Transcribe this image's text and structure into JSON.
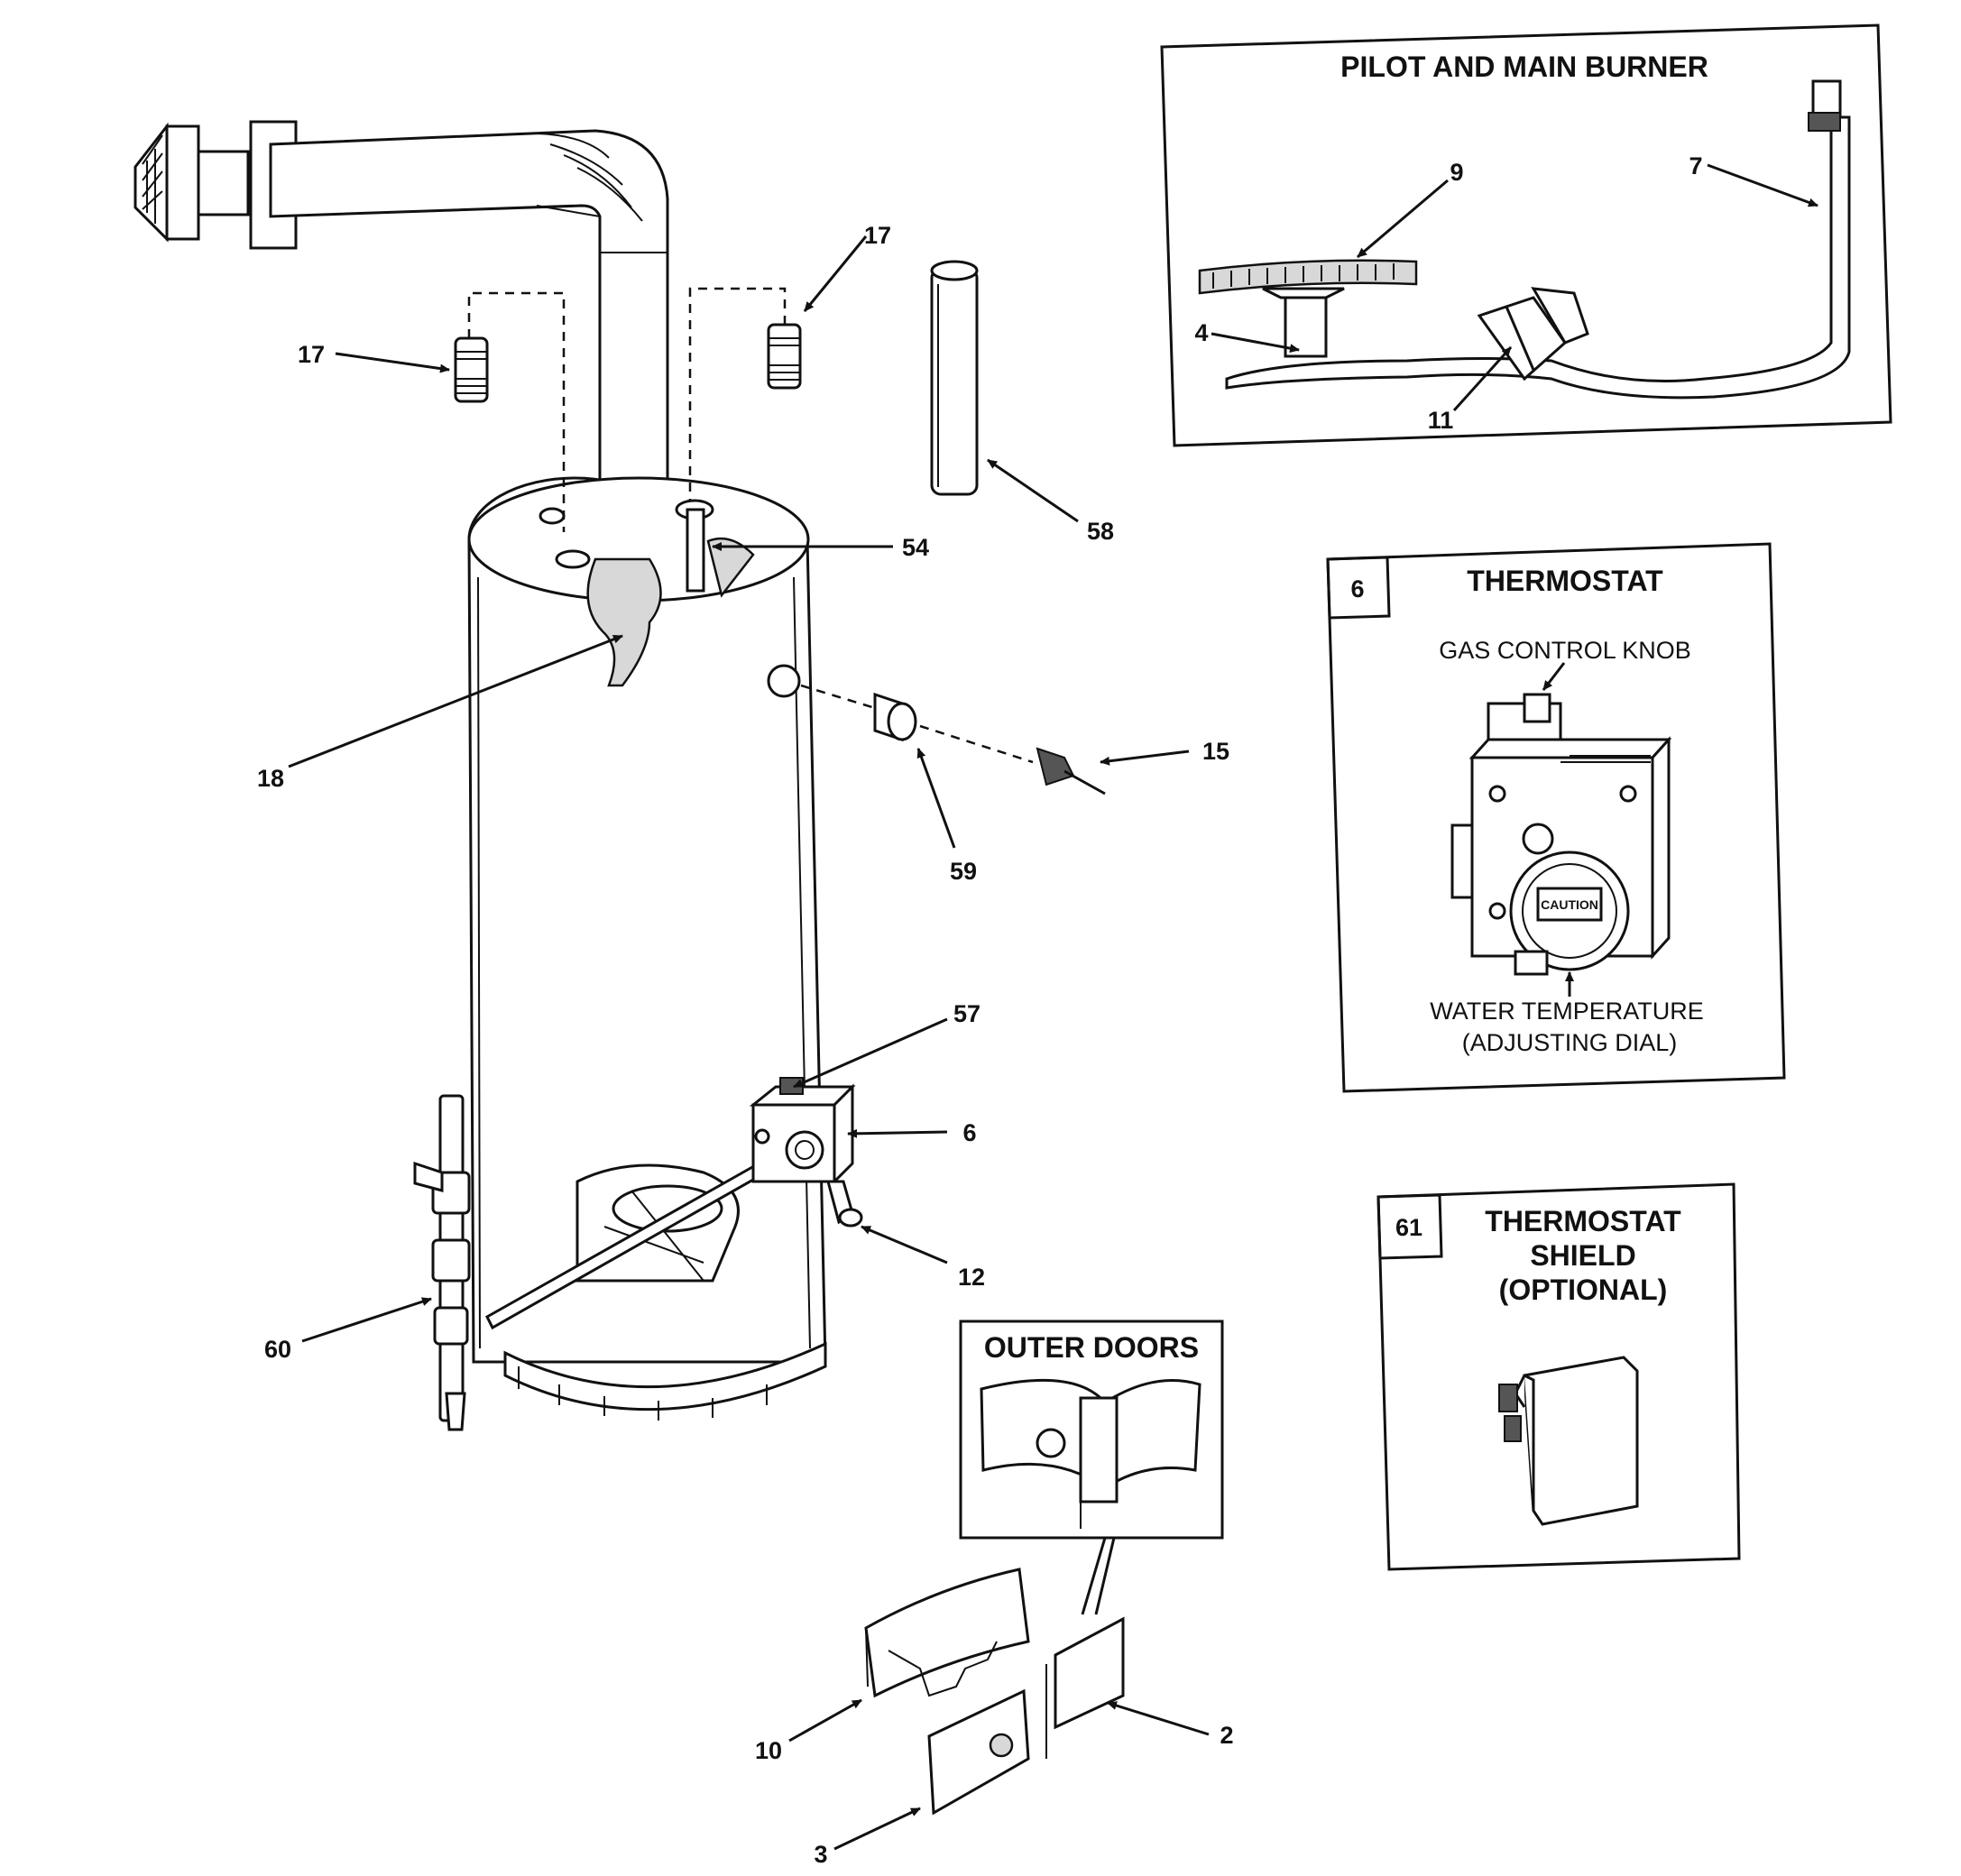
{
  "insets": {
    "pilot": {
      "title": "PILOT AND MAIN BURNER",
      "callouts": [
        "9",
        "7",
        "4",
        "11"
      ]
    },
    "thermostat": {
      "number": "6",
      "title": "THERMOSTAT",
      "knob_note": "GAS CONTROL KNOB",
      "dial_note_line1": "WATER TEMPERATURE",
      "dial_note_line2": "(ADJUSTING DIAL)",
      "caution_text": "CAUTION"
    },
    "shield": {
      "number": "61",
      "title_line1": "THERMOSTAT",
      "title_line2": "SHIELD",
      "title_line3": "(OPTIONAL)"
    },
    "outer_doors": {
      "title": "OUTER DOORS"
    }
  },
  "callouts": {
    "c17a": "17",
    "c17b": "17",
    "c58": "58",
    "c54": "54",
    "c18": "18",
    "c15": "15",
    "c59": "59",
    "c57": "57",
    "c6": "6",
    "c12": "12",
    "c60": "60",
    "c10": "10",
    "c2": "2",
    "c3": "3"
  }
}
